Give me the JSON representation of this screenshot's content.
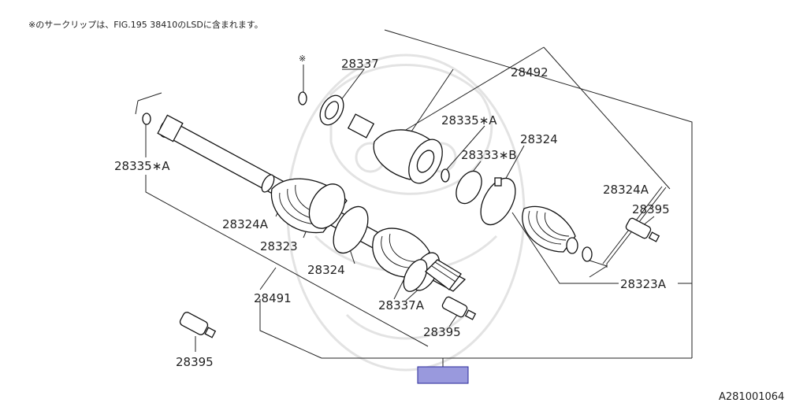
{
  "header_note": "※のサークリップは、FIG.195 38410のLSDに含まれます。",
  "footer_code": "A281001064",
  "highlight_box_color": "#9999dd",
  "callouts": {
    "asterisk": "※",
    "c28337_top": "28337",
    "c28492": "28492",
    "c28335a_mid": "28335∗A",
    "c28324_right": "28324",
    "c28333b": "28333∗B",
    "c28335a_left": "28335∗A",
    "c28324a_right": "28324A",
    "c28395_right": "28395",
    "c28324a_left": "28324A",
    "c28323": "28323",
    "c28324_mid": "28324",
    "c28323a": "28323A",
    "c28491": "28491",
    "c28337a": "28337A",
    "c28395_mid": "28395",
    "c28395_left": "28395"
  }
}
